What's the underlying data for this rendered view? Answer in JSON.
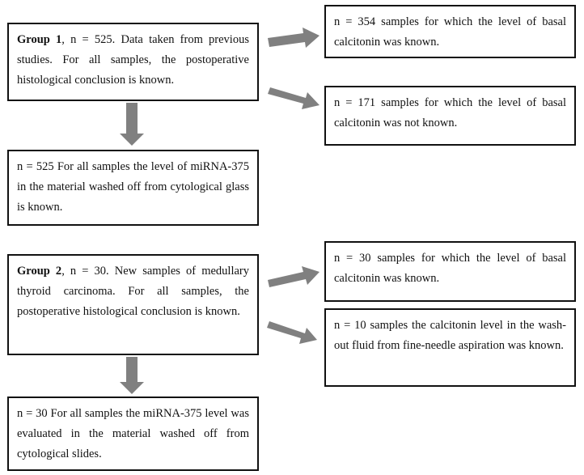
{
  "diagram": {
    "colors": {
      "arrow": "#808080",
      "border": "#111111",
      "text": "#111111",
      "background": "#ffffff"
    },
    "group1": {
      "main": {
        "label": "Group 1",
        "text": ", n = 525. Data taken from previous studies. For all samples, the postoperative histological conclusion is known."
      },
      "known": "n = 354 samples for which the level of basal calcitonin was known.",
      "unknown": "n = 171 samples for which the level of basal calcitonin was not known.",
      "mirna": "n = 525 For all samples the level of miRNA-375 in the material washed off from cytological glass is known."
    },
    "group2": {
      "main": {
        "label": "Group 2",
        "text": ", n = 30. New samples of medullary thyroid carcinoma. For all samples, the postoperative histological conclusion is known."
      },
      "known": "n = 30 samples for which the level of basal calcitonin was known.",
      "washout": "n = 10 samples the calcitonin level in the wash-out fluid from fine-needle aspiration was known.",
      "mirna": "n = 30 For all samples the miRNA-375 level was evaluated in the material washed off from cytological slides."
    }
  }
}
